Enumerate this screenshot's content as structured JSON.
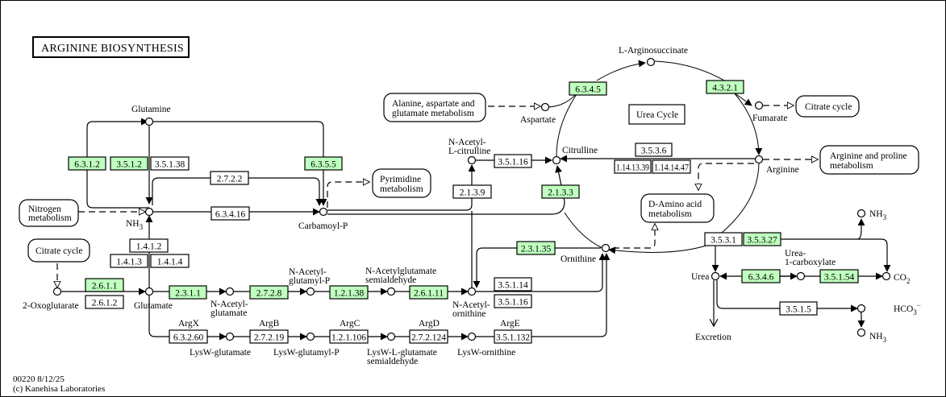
{
  "title": "ARGININE  BIOSYNTHESIS",
  "footer": {
    "map_id_date": "00220 8/12/25",
    "copyright": "(c) Kanehisa Laboratories"
  },
  "colors": {
    "highlight_enzyme": "#bfffbf",
    "plain_enzyme": "#ffffff",
    "line": "#000000"
  },
  "urea_cycle_label": "Urea Cycle",
  "compounds": {
    "glutamine": "Glutamine",
    "nh3": "NH",
    "nh3_sub": "3",
    "carbamoyl_p": "Carbamoyl-P",
    "two_oxoglutarate": "2-Oxoglutarate",
    "glutamate": "Glutamate",
    "n_acetyl_glutamate_1": "N-Acetyl-",
    "n_acetyl_glutamate_2": "glutamate",
    "n_acetyl_glutamyl_p_1": "N-Acetyl-",
    "n_acetyl_glutamyl_p_2": "glutamyl-P",
    "n_acetylglutamate_sa_1": "N-Acetylglutamate",
    "n_acetylglutamate_sa_2": "semialdehyde",
    "n_acetyl_ornithine_1": "N-Acetyl-",
    "n_acetyl_ornithine_2": "ornithine",
    "n_acetyl_l_citrulline_1": "N-Acetyl-",
    "n_acetyl_l_citrulline_2": "L-citrulline",
    "citrulline": "Citrulline",
    "aspartate": "Aspartate",
    "l_arginosuccinate": "L-Arginosuccinate",
    "fumarate": "Fumarate",
    "arginine": "Arginine",
    "ornithine": "Ornithine",
    "urea": "Urea",
    "urea_1_carboxylate_1": "Urea-",
    "urea_1_carboxylate_2": "1-carboxylate",
    "co2": "CO",
    "co2_sub": "2",
    "hco3": "HCO",
    "hco3_sub": "3",
    "hco3_sup": "−",
    "nh3_top": "NH",
    "nh3_top_sub": "3",
    "nh3_bottom": "NH",
    "nh3_bottom_sub": "3",
    "excretion": "Excretion",
    "lysw_glutamate": "LysW-glutamate",
    "lysw_glutamyl_p": "LysW-glutamyl-P",
    "lysw_l_glutamate_sa_1": "LysW-L-glutamate",
    "lysw_l_glutamate_sa_2": "semialdehyde",
    "lysw_ornithine": "LysW-ornithine"
  },
  "gene_labels": {
    "argx": "ArgX",
    "argb": "ArgB",
    "argc": "ArgC",
    "argd": "ArgD",
    "arge": "ArgE"
  },
  "maps": {
    "nitrogen_1": "Nitrogen",
    "nitrogen_2": "metabolism",
    "citrate_left": "Citrate cycle",
    "pyrimidine_1": "Pyrimidine",
    "pyrimidine_2": "metabolism",
    "alanine_1": "Alanine, aspartate and",
    "alanine_2": "glutamate metabolism",
    "citrate_right": "Citrate cycle",
    "arg_pro_1": "Arginine and proline",
    "arg_pro_2": "metabolism",
    "d_amino_1": "D-Amino acid",
    "d_amino_2": "metabolism"
  },
  "enzymes": [
    {
      "id": "e6312",
      "ec": "6.3.1.2",
      "highlighted": true
    },
    {
      "id": "e3512",
      "ec": "3.5.1.2",
      "highlighted": true
    },
    {
      "id": "e35138",
      "ec": "3.5.1.38",
      "highlighted": false
    },
    {
      "id": "e2722",
      "ec": "2.7.2.2",
      "highlighted": false
    },
    {
      "id": "e6355",
      "ec": "6.3.5.5",
      "highlighted": true
    },
    {
      "id": "e63416",
      "ec": "6.3.4.16",
      "highlighted": false
    },
    {
      "id": "e1412",
      "ec": "1.4.1.2",
      "highlighted": false
    },
    {
      "id": "e1413",
      "ec": "1.4.1.3",
      "highlighted": false
    },
    {
      "id": "e1414",
      "ec": "1.4.1.4",
      "highlighted": false
    },
    {
      "id": "e2611",
      "ec": "2.6.1.1",
      "highlighted": true
    },
    {
      "id": "e2612",
      "ec": "2.6.1.2",
      "highlighted": false
    },
    {
      "id": "e2311",
      "ec": "2.3.1.1",
      "highlighted": true
    },
    {
      "id": "e2728",
      "ec": "2.7.2.8",
      "highlighted": true
    },
    {
      "id": "e12138",
      "ec": "1.2.1.38",
      "highlighted": true
    },
    {
      "id": "e26111",
      "ec": "2.6.1.11",
      "highlighted": true
    },
    {
      "id": "e35114",
      "ec": "3.5.1.14",
      "highlighted": false
    },
    {
      "id": "e35116b",
      "ec": "3.5.1.16",
      "highlighted": false
    },
    {
      "id": "e23135",
      "ec": "2.3.1.35",
      "highlighted": true
    },
    {
      "id": "e2139",
      "ec": "2.1.3.9",
      "highlighted": false
    },
    {
      "id": "e35116a",
      "ec": "3.5.1.16",
      "highlighted": false
    },
    {
      "id": "e2133",
      "ec": "2.1.3.3",
      "highlighted": true
    },
    {
      "id": "e6345",
      "ec": "6.3.4.5",
      "highlighted": true
    },
    {
      "id": "e4321",
      "ec": "4.3.2.1",
      "highlighted": true
    },
    {
      "id": "e3536",
      "ec": "3.5.3.6",
      "highlighted": false
    },
    {
      "id": "e1141339",
      "ec": "1.14.13.39",
      "highlighted": false
    },
    {
      "id": "e1141447",
      "ec": "1.14.14.47",
      "highlighted": false
    },
    {
      "id": "e3531",
      "ec": "3.5.3.1",
      "highlighted": false
    },
    {
      "id": "e35327",
      "ec": "3.5.3.27",
      "highlighted": true
    },
    {
      "id": "e6346",
      "ec": "6.3.4.6",
      "highlighted": true
    },
    {
      "id": "e35154",
      "ec": "3.5.1.54",
      "highlighted": true
    },
    {
      "id": "e3515",
      "ec": "3.5.1.5",
      "highlighted": false
    },
    {
      "id": "e63260",
      "ec": "6.3.2.60",
      "highlighted": false
    },
    {
      "id": "e27219",
      "ec": "2.7.2.19",
      "highlighted": false
    },
    {
      "id": "e121106",
      "ec": "1.2.1.106",
      "highlighted": false
    },
    {
      "id": "e272124",
      "ec": "2.7.2.124",
      "highlighted": false
    },
    {
      "id": "e351132",
      "ec": "3.5.1.132",
      "highlighted": false
    }
  ]
}
